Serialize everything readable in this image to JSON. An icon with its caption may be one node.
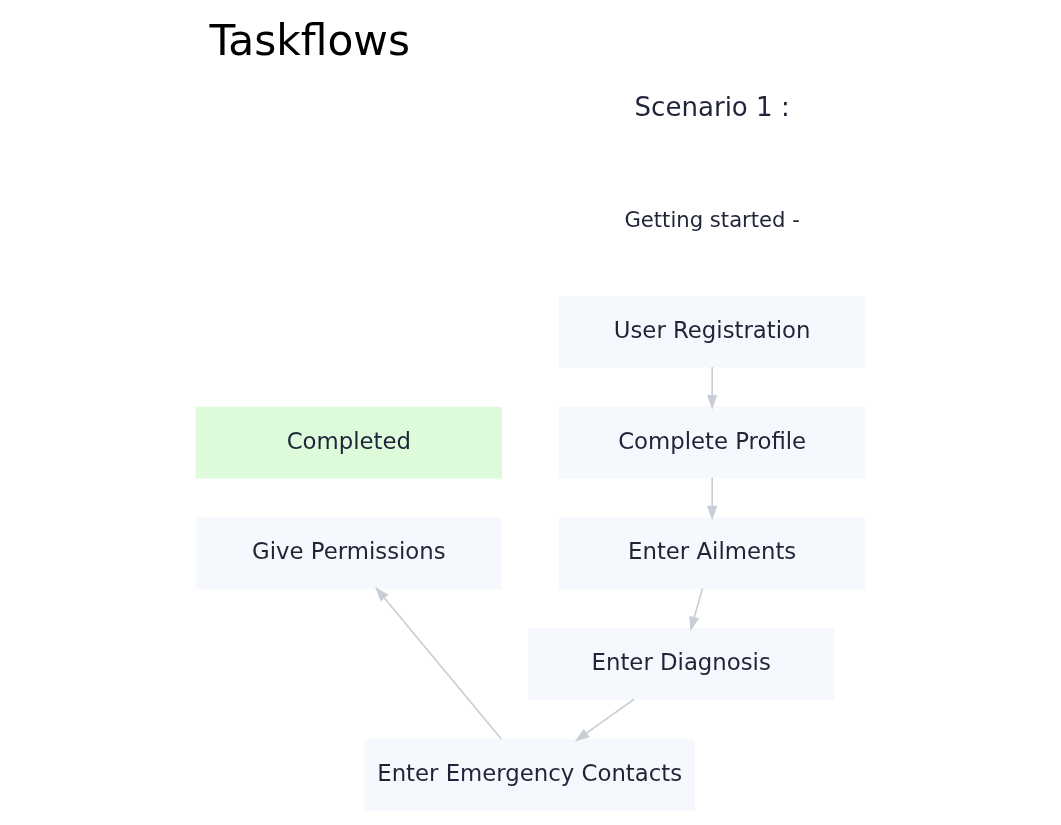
{
  "diagram": {
    "title": "Taskflows",
    "nodes": [
      {
        "text": [
          "User Registration"
        ]
      },
      {
        "text": [
          "Completed"
        ]
      },
      {
        "text": [
          "Complete Profile"
        ]
      },
      {
        "text": [
          "Give Permissions"
        ]
      },
      {
        "text": [
          "Enter Ailments"
        ]
      },
      {
        "text": [
          "Enter Diagnosis"
        ]
      },
      {
        "text": [
          "Enter Emergency Contacts"
        ]
      }
    ],
    "edges": [
      {
        "from": 0,
        "to": 2,
        "arrow": "to"
      },
      {
        "from": 2,
        "to": 4,
        "arrow": "to"
      },
      {
        "from": 4,
        "to": 5,
        "arrow": "to"
      },
      {
        "from": 5,
        "to": 6,
        "arrow": "to"
      },
      {
        "from": 6,
        "to": 3,
        "arrow": "to"
      }
    ],
    "labels": [
      "Scenario 1 :",
      "Getting started -"
    ]
  }
}
